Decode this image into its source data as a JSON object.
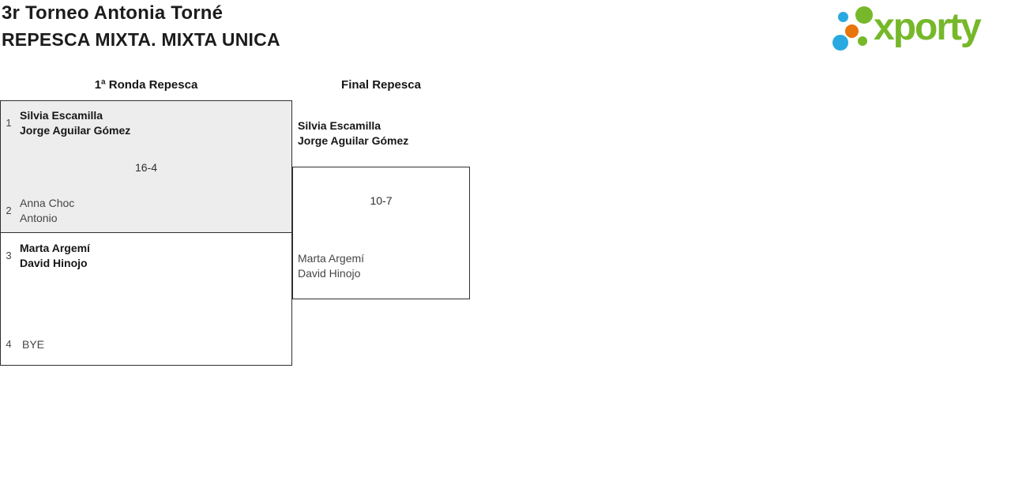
{
  "header": {
    "title": "3r Torneo Antonia Torné",
    "subtitle": "REPESCA MIXTA. MIXTA UNICA"
  },
  "logo": {
    "text": "xporty",
    "green": "#76b82a",
    "blue": "#29a9e0",
    "orange": "#e8740c"
  },
  "bracket": {
    "round_headers": {
      "round1": "1ª Ronda Repesca",
      "final": "Final Repesca"
    },
    "match1": {
      "seed_top": "1",
      "team_top": [
        "Silvia Escamilla",
        "Jorge Aguilar Gómez"
      ],
      "score": "16-4",
      "seed_bottom": "2",
      "team_bottom": [
        "Anna Choc",
        "Antonio"
      ],
      "highlight_bg": "#ededed"
    },
    "match2": {
      "seed_top": "3",
      "team_top": [
        "Marta Argemí",
        "David Hinojo"
      ],
      "seed_bottom": "4",
      "team_bottom": [
        "BYE"
      ]
    },
    "final_match": {
      "team_top": [
        "Silvia Escamilla",
        "Jorge Aguilar Gómez"
      ],
      "score": "10-7",
      "team_bottom": [
        "Marta Argemí",
        "David Hinojo"
      ]
    }
  }
}
